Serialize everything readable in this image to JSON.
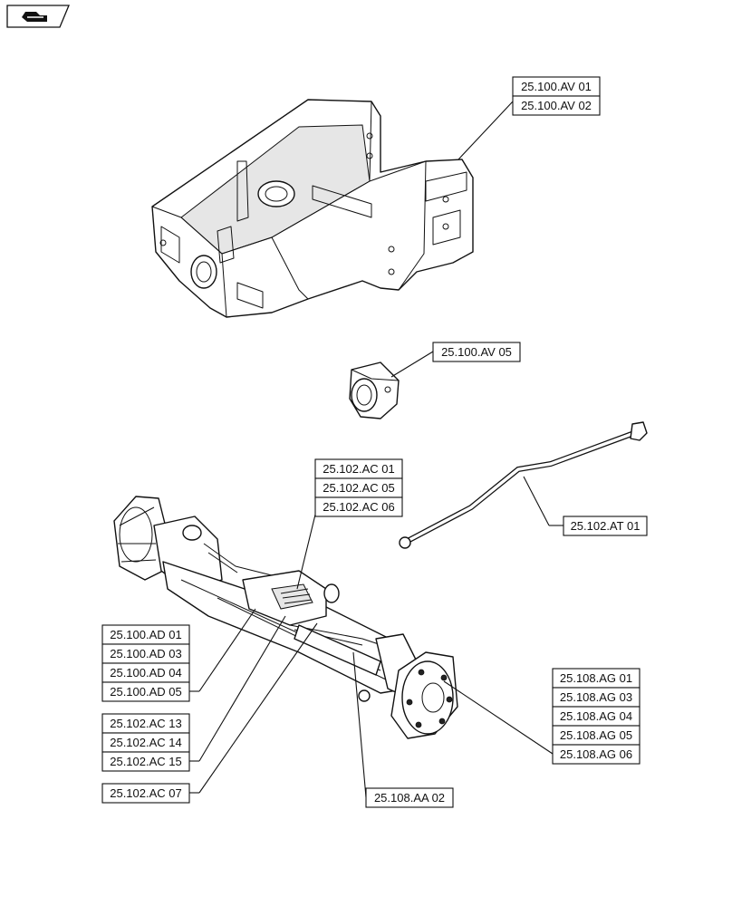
{
  "nav_icon": "back-arrow-icon",
  "parts": {
    "chassis": {
      "refs": [
        "25.100.AV 01",
        "25.100.AV 02"
      ]
    },
    "bushing": {
      "refs": [
        "25.100.AV 05"
      ]
    },
    "tube": {
      "refs": [
        "25.102.AT 01"
      ]
    },
    "axle_center": {
      "refs": [
        "25.102.AC 01",
        "25.102.AC 05",
        "25.102.AC 06"
      ]
    },
    "axle_left": {
      "refs": [
        "25.100.AD 01",
        "25.100.AD 03",
        "25.100.AD 04",
        "25.100.AD 05"
      ]
    },
    "axle_ac_group": {
      "refs": [
        "25.102.AC 13",
        "25.102.AC 14",
        "25.102.AC 15"
      ]
    },
    "axle_ac07": {
      "refs": [
        "25.102.AC 07"
      ]
    },
    "axle_aa02": {
      "refs": [
        "25.108.AA 02"
      ]
    },
    "hub_right": {
      "refs": [
        "25.108.AG 01",
        "25.108.AG 03",
        "25.108.AG 04",
        "25.108.AG 05",
        "25.108.AG 06"
      ]
    }
  }
}
